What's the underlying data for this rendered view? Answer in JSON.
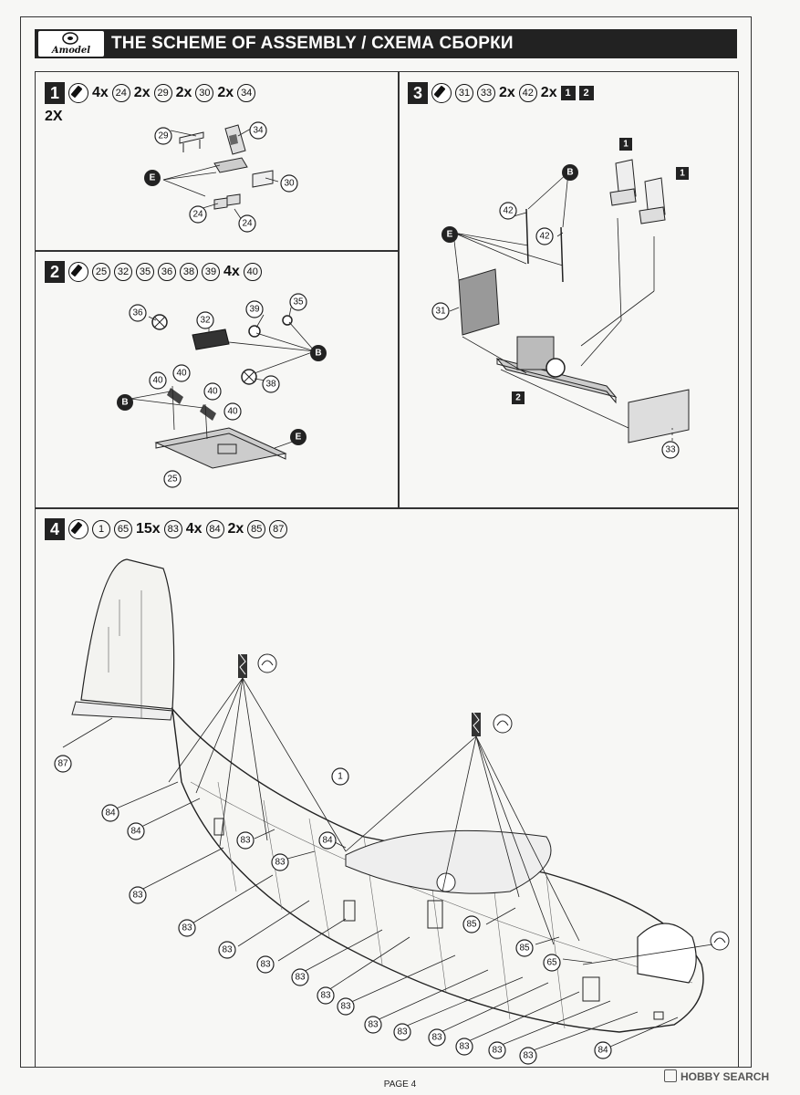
{
  "header": {
    "logo_text": "Amodel",
    "title": "THE SCHEME OF ASSEMBLY / СХЕМА СБОРКИ"
  },
  "steps": [
    {
      "number": "1",
      "parts": [
        {
          "qty": "4x",
          "part": "24"
        },
        {
          "qty": "",
          "part": "29"
        },
        {
          "qty": "2x",
          "part": "30"
        },
        {
          "qty": "2x",
          "part": "34"
        }
      ],
      "qty_prefix_29": "2x",
      "sub_quantity": "2X",
      "callouts": [
        "29",
        "34",
        "30",
        "24",
        "24"
      ],
      "paint_code": "E"
    },
    {
      "number": "2",
      "parts": [
        "25",
        "32",
        "35",
        "36",
        "38",
        "39"
      ],
      "last_qty": "4x",
      "last_part": "40",
      "callouts": [
        "36",
        "32",
        "39",
        "35",
        "38",
        "40",
        "40",
        "40",
        "40",
        "25"
      ],
      "paint_codes": [
        "B",
        "B",
        "E"
      ]
    },
    {
      "number": "3",
      "parts": [
        "31",
        "33"
      ],
      "qty_42": "2x",
      "part_42": "42",
      "qty_sq": "2x",
      "squares": [
        "1",
        "2"
      ],
      "callouts": [
        "42",
        "42",
        "31",
        "33"
      ],
      "square_labels": [
        "1",
        "1",
        "2"
      ],
      "paint_codes": [
        "B",
        "E"
      ]
    },
    {
      "number": "4",
      "parts": [
        "1",
        "65"
      ],
      "qty_83": "15x",
      "part_83": "83",
      "qty_84": "4x",
      "part_84": "84",
      "qty_85": "2x",
      "part_85": "85",
      "part_87": "87",
      "callouts": {
        "p87": "87",
        "p84": "84",
        "p83": "83",
        "p85": "85",
        "p65": "65",
        "p1": "1"
      }
    }
  ],
  "footer": {
    "page_label": "PAGE 4"
  },
  "watermark": {
    "text": "HOBBY SEARCH"
  }
}
